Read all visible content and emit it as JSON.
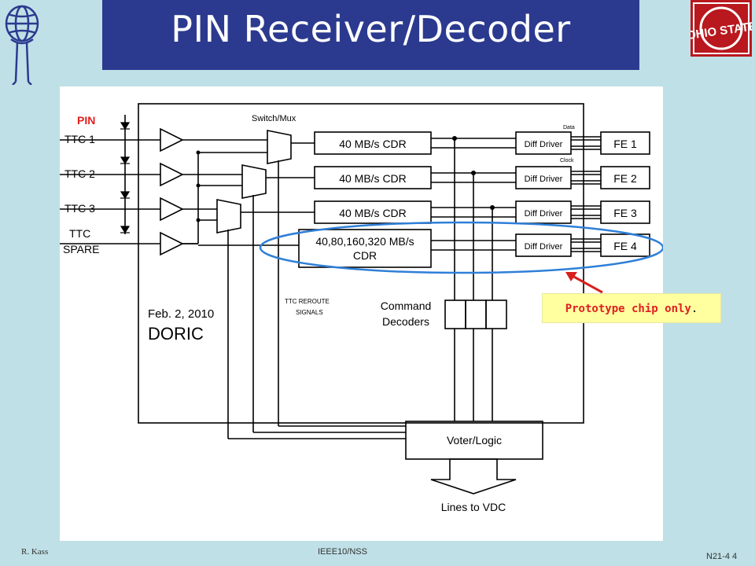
{
  "slide": {
    "title": "PIN Receiver/Decoder",
    "footer_left": "R. Kass",
    "footer_center": "IEEE10/NSS",
    "footer_right": "N21-4  4",
    "right_logo_text": "OHIO STATE"
  },
  "diagram": {
    "pin_label": "PIN",
    "inputs": [
      "TTC 1",
      "TTC 2",
      "TTC 3",
      "TTC",
      "SPARE"
    ],
    "switch_label": "Switch/Mux",
    "cdr": [
      "40 MB/s  CDR",
      "40 MB/s  CDR",
      "40 MB/s  CDR",
      "40,80,160,320 MB/s",
      "CDR"
    ],
    "diff_driver": "Diff Driver",
    "data_label": "Data",
    "clock_label": "Clock",
    "fe": [
      "FE 1",
      "FE 2",
      "FE 3",
      "FE 4"
    ],
    "chip_date": "Feb. 2, 2010",
    "chip_name": "DORIC",
    "reroute_line1": "TTC REROUTE",
    "reroute_line2": "SIGNALS",
    "command_line1": "Command",
    "command_line2": "Decoders",
    "voter": "Voter/Logic",
    "output": "Lines to VDC",
    "callout": "Prototype chip only",
    "callout_period": "."
  }
}
